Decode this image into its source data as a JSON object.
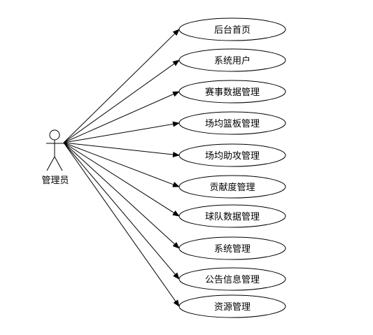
{
  "actor": {
    "label": "管理员"
  },
  "use_cases": [
    {
      "label": "后台首页"
    },
    {
      "label": "系统用户"
    },
    {
      "label": "赛事数据管理"
    },
    {
      "label": "场均篮板管理"
    },
    {
      "label": "场均助攻管理"
    },
    {
      "label": "贡献度管理"
    },
    {
      "label": "球队数据管理"
    },
    {
      "label": "系统管理"
    },
    {
      "label": "公告信息管理"
    },
    {
      "label": "资源管理"
    }
  ]
}
